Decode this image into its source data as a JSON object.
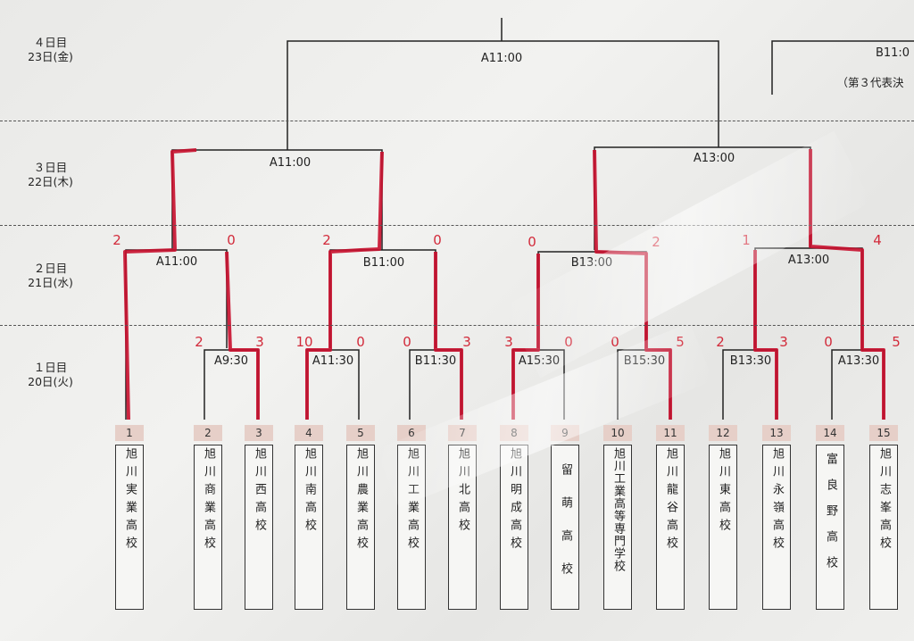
{
  "day_labels": {
    "day4": {
      "line1": "４日目",
      "line2": "23日(金)"
    },
    "day3": {
      "line1": "３日目",
      "line2": "22日(木)"
    },
    "day2": {
      "line1": "２日目",
      "line2": "21日(水)"
    },
    "day1": {
      "line1": "１日目",
      "line2": "20日(火)"
    }
  },
  "times": {
    "r4_left": "A11:00",
    "r4_right": "B11:0",
    "r4_right_note": "（第３代表決",
    "r3_left": "A11:00",
    "r3_right": "A13:00",
    "r2_1": "A11:00",
    "r2_2": "B11:00",
    "r2_3": "B13:00",
    "r2_4": "A13:00",
    "r1_1": "A9:30",
    "r1_2": "A11:30",
    "r1_3": "B11:30",
    "r1_4": "A15:30",
    "r1_5": "B15:30",
    "r1_6": "B13:30",
    "r1_7": "A13:30"
  },
  "scores": {
    "r2_1_left": "2",
    "r2_1_right": "0",
    "r2_2_left": "2",
    "r2_2_right": "0",
    "r2_3_left": "0",
    "r2_3_right": "2",
    "r2_4_left": "1",
    "r2_4_right": "4",
    "r1_1_left": "2",
    "r1_1_right": "3",
    "r1_2_left": "10",
    "r1_2_right": "0",
    "r1_3_left": "0",
    "r1_3_right": "3",
    "r1_4_left": "3",
    "r1_4_right": "0",
    "r1_5_left": "0",
    "r1_5_right": "5",
    "r1_6_left": "2",
    "r1_6_right": "3",
    "r1_7_left": "0",
    "r1_7_right": "5"
  },
  "teams": [
    {
      "num": "1",
      "name": "旭川実業高校"
    },
    {
      "num": "2",
      "name": "旭川商業高校"
    },
    {
      "num": "3",
      "name": "旭川西高校"
    },
    {
      "num": "4",
      "name": "旭川南高校"
    },
    {
      "num": "5",
      "name": "旭川農業高校"
    },
    {
      "num": "6",
      "name": "旭川工業高校"
    },
    {
      "num": "7",
      "name": "旭川北高校"
    },
    {
      "num": "8",
      "name": "旭川明成高校"
    },
    {
      "num": "9",
      "name": "留萌高校"
    },
    {
      "num": "10",
      "name": "旭川工業高等専門学校"
    },
    {
      "num": "11",
      "name": "旭川龍谷高校"
    },
    {
      "num": "12",
      "name": "旭川東高校"
    },
    {
      "num": "13",
      "name": "旭川永嶺高校"
    },
    {
      "num": "14",
      "name": "富良野高校"
    },
    {
      "num": "15",
      "name": "旭川志峯高校"
    }
  ],
  "colors": {
    "winner_line": "#c8102e",
    "line": "#222222",
    "score": "#d22a3a",
    "number_tab": "#e6cfc8"
  }
}
